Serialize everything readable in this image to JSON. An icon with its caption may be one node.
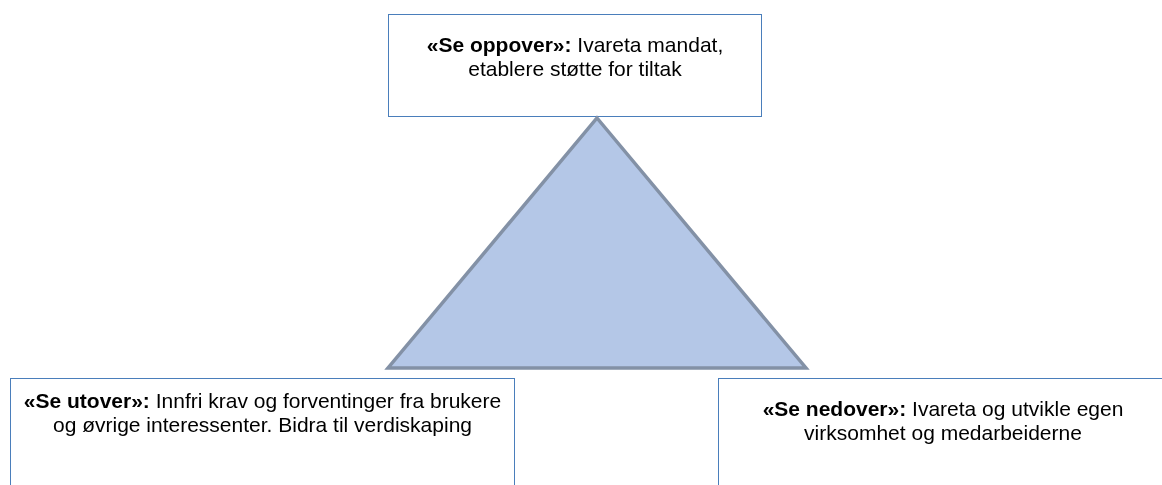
{
  "diagram": {
    "nodes": [
      {
        "text": [
          "**«Se oppover»:** Ivareta mandat, etablere støtte for tiltak"
        ]
      },
      {
        "text": [],
        "shape": "triangle"
      },
      {
        "text": [
          "**«Se utover»:** Innfri krav og forventinger fra brukere og øvrige interessenter. Bidra til verdiskaping"
        ]
      },
      {
        "text": [
          "**«Se nedover»:** Ivareta og utvikle egen virksomhet og medarbeiderne"
        ]
      }
    ]
  }
}
